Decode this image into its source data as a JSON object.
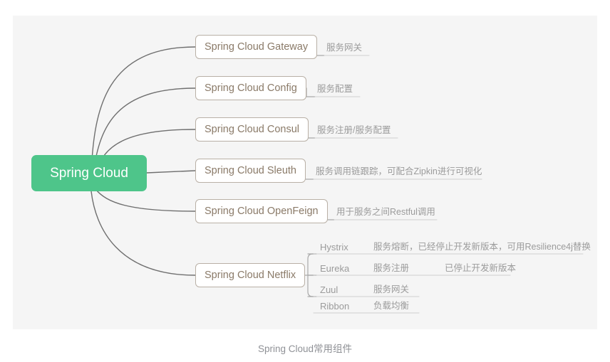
{
  "caption": "Spring Cloud常用组件",
  "colors": {
    "canvas_bg": "#f5f5f5",
    "page_bg": "#ffffff",
    "root_green": "#4ec58a",
    "node_border": "#b9b0a6",
    "node_text": "#8a7a68",
    "desc_text": "#9b9b9b",
    "connector": "#6f6f6f",
    "underline": "#cfcfcf",
    "caption_text": "#8f9196"
  },
  "root": {
    "label": "Spring Cloud"
  },
  "branches": [
    {
      "label": "Spring Cloud Gateway",
      "desc": "服务网关"
    },
    {
      "label": "Spring Cloud Config",
      "desc": "服务配置"
    },
    {
      "label": "Spring Cloud Consul",
      "desc": "服务注册/服务配置"
    },
    {
      "label": "Spring Cloud Sleuth",
      "desc": "服务调用链跟踪，可配合Zipkin进行可视化"
    },
    {
      "label": "Spring Cloud OpenFeign",
      "desc": "用于服务之间Restful调用"
    },
    {
      "label": "Spring Cloud Netflix",
      "desc": ""
    }
  ],
  "netflix_children": [
    {
      "label": "Hystrix",
      "desc": "服务熔断，已经停止开发新版本，可用Resilience4j替换",
      "desc2": ""
    },
    {
      "label": "Eureka",
      "desc": "服务注册",
      "desc2": "已停止开发新版本"
    },
    {
      "label": "Zuul",
      "desc": "服务网关",
      "desc2": ""
    },
    {
      "label": "Ribbon",
      "desc": "负载均衡",
      "desc2": ""
    }
  ]
}
